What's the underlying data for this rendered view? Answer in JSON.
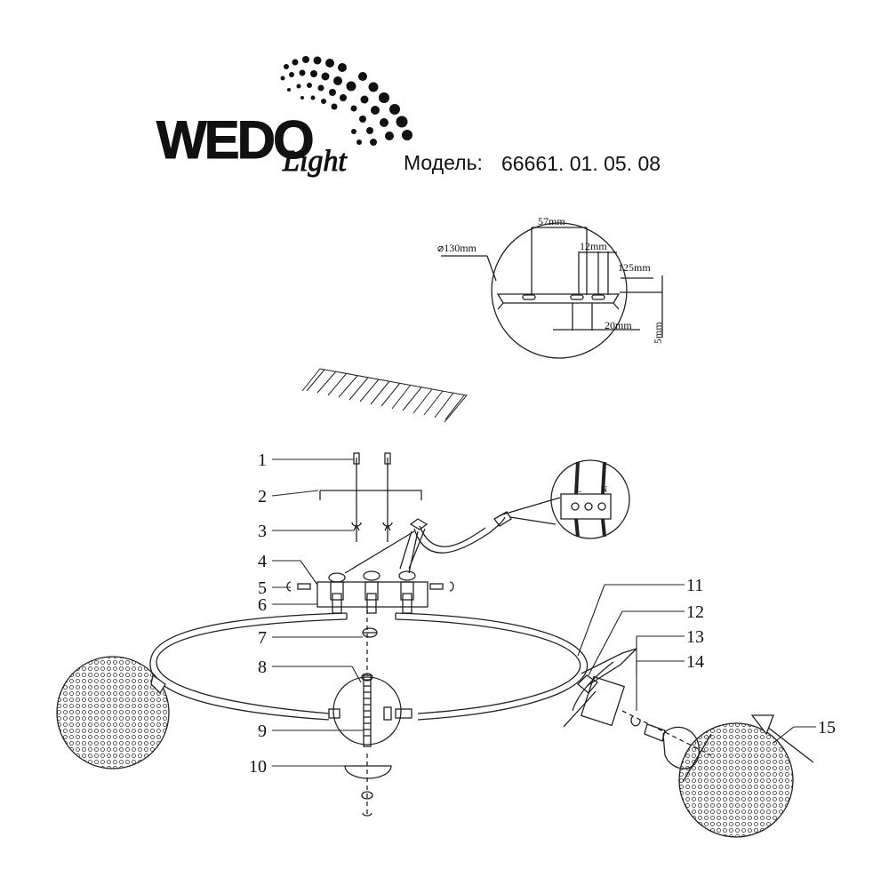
{
  "brand": {
    "logo_word": "WEDO",
    "logo_script": "Light"
  },
  "model": {
    "label": "Модель:",
    "number": "66661. 01. 05. 08"
  },
  "bracket": {
    "diameter": "⌀130mm",
    "d57": "57mm",
    "d12": "12mm",
    "d125": "125mm",
    "d20": "20mm",
    "d5": "5mm"
  },
  "terminal": {
    "L": "L",
    "N": "N"
  },
  "callouts": [
    "1",
    "2",
    "3",
    "4",
    "5",
    "6",
    "7",
    "8",
    "9",
    "10",
    "11",
    "12",
    "13",
    "14",
    "15"
  ],
  "colors": {
    "line": "#222222",
    "logo_dark": "#2a2a2a",
    "logo_mid": "#8a8a8a"
  }
}
